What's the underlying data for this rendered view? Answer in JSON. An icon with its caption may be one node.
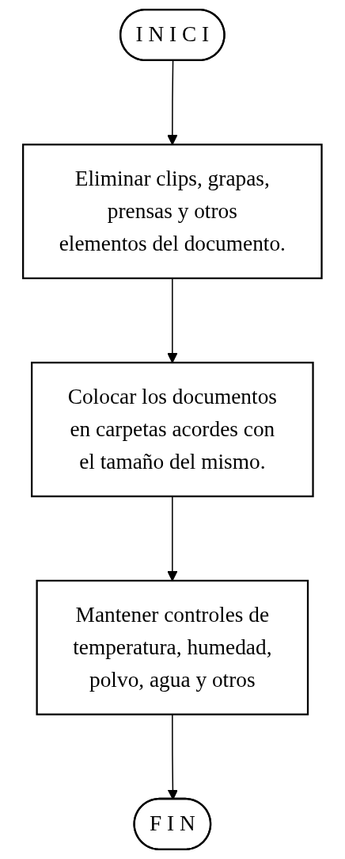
{
  "diagram": {
    "nodes": [
      {
        "text": [
          "I N I C I"
        ]
      },
      {
        "text": [
          "Eliminar clips, grapas, prensas y otros elementos del documento."
        ]
      },
      {
        "text": [
          "Colocar los documentos en carpetas acordes con el tamaño del mismo."
        ]
      },
      {
        "text": [
          "Mantener controles de temperatura, humedad, polvo, agua y otros"
        ]
      },
      {
        "text": [
          "F I N"
        ]
      }
    ],
    "edges": [
      {
        "from": 0,
        "to": 1,
        "arrow": "to"
      },
      {
        "from": 1,
        "to": 2,
        "arrow": "to"
      },
      {
        "from": 2,
        "to": 3,
        "arrow": "to"
      },
      {
        "from": 3,
        "to": 4,
        "arrow": "to"
      }
    ]
  }
}
